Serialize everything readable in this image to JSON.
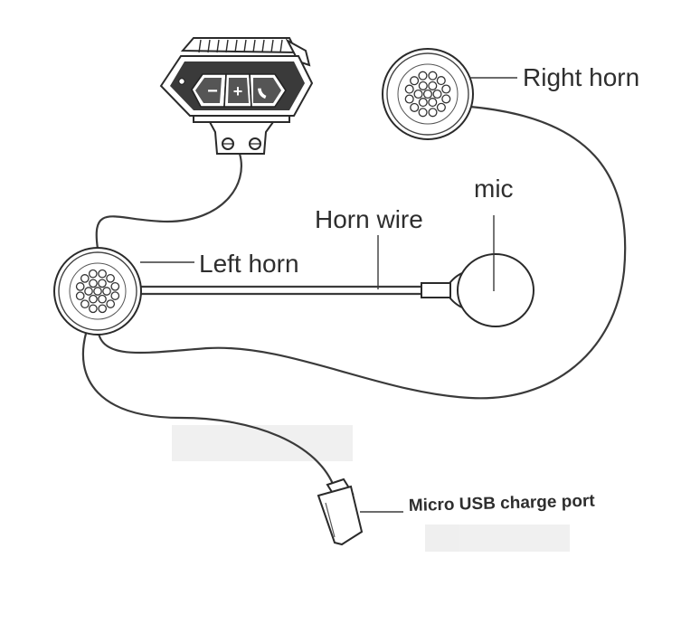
{
  "labels": {
    "right_horn": "Right horn",
    "mic": "mic",
    "horn_wire": "Horn wire",
    "left_horn": "Left horn",
    "usb_port": "Micro USB charge port"
  },
  "device_buttons": {
    "minus": "−",
    "plus": "+"
  },
  "icons": {
    "phone": "phone-icon"
  }
}
